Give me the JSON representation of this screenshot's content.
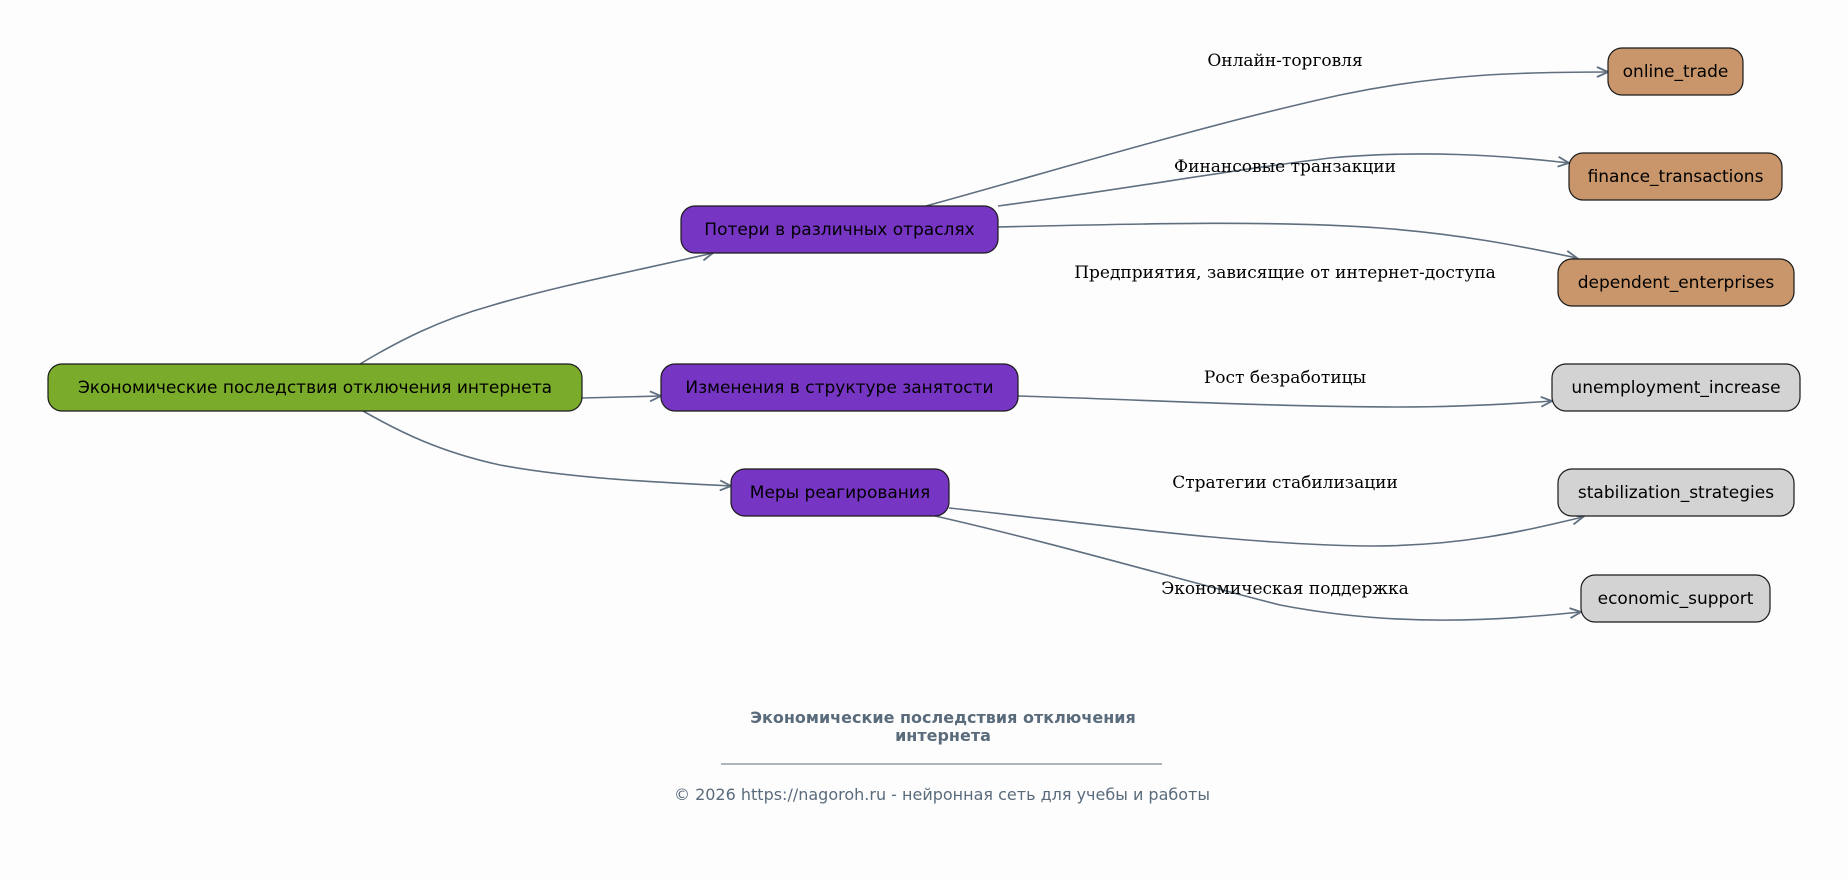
{
  "colors": {
    "root": "#7aab2a",
    "branch": "#7735c4",
    "leaf_tan": "#c8966a",
    "leaf_gray": "#d3d3d3",
    "edge": "#5f6f7f",
    "footer_text": "#5a6b7c"
  },
  "nodes": {
    "root": "Экономические последствия отключения интернета",
    "losses": "Потери в различных отраслях",
    "employment": "Изменения в структуре занятости",
    "measures": "Меры реагирования",
    "online_trade": "online_trade",
    "finance_transactions": "finance_transactions",
    "dependent_enterprises": "dependent_enterprises",
    "unemployment_increase": "unemployment_increase",
    "stabilization_strategies": "stabilization_strategies",
    "economic_support": "economic_support"
  },
  "edge_labels": {
    "online_trade": "Онлайн-торговля",
    "finance_transactions": "Финансовые транзакции",
    "dependent_enterprises": "Предприятия, зависящие от интернет-доступа",
    "unemployment_increase": "Рост безработицы",
    "stabilization_strategies": "Стратегии стабилизации",
    "economic_support": "Экономическая поддержка"
  },
  "footer": {
    "title_line1": "Экономические последствия отключения",
    "title_line2": "интернета",
    "copyright": "© 2026 https://nagoroh.ru - нейронная сеть для учебы и работы"
  }
}
